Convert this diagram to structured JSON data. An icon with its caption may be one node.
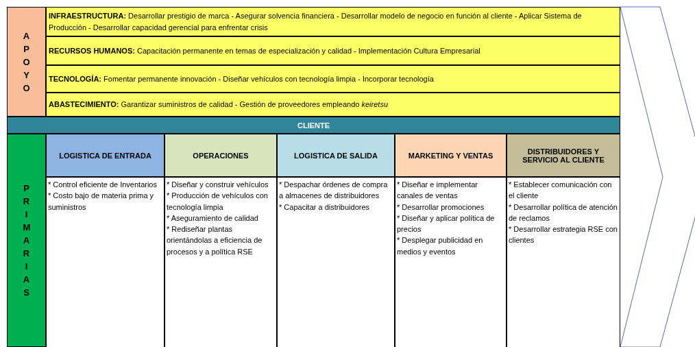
{
  "diagram": {
    "nodes": [
      {
        "text": [
          "APOYO"
        ]
      },
      {
        "text": [
          "**INFRAESTRUCTURA:** Desarrollar prestigio de  marca - Asegurar solvencia financiera - Desarrollar modelo de negocio en función al cliente - Aplicar Sistema de Producción - Desarrollar capacidad gerencial para enfrentar crisis"
        ]
      },
      {
        "text": [
          "**RECURSOS HUMANOS:** Capacitación permanente en temas de especialización y calidad - Implementación Cultura Empresarial"
        ]
      },
      {
        "text": [
          "**TECNOLOGÍA:** Fomentar permanente innovación - Diseñar vehículos con tecnología limpia - Incorporar tecnología"
        ]
      },
      {
        "text": [
          "**ABASTECIMIENTO:** Garantizar suministros de calidad - Gestión de proveedores empleando *keiretsu*"
        ]
      },
      {
        "text": [
          "CLIENTE"
        ]
      },
      {
        "text": [
          "PRIMARIAS"
        ]
      },
      {
        "text": [
          "LOGISTICA DE ENTRADA"
        ]
      },
      {
        "text": [
          "OPERACIONES"
        ]
      },
      {
        "text": [
          "LOGISTICA DE SALIDA"
        ]
      },
      {
        "text": [
          "MARKETING Y VENTAS"
        ]
      },
      {
        "text": [
          "DISTRIBUIDORES Y SERVICIO AL CLIENTE"
        ]
      },
      {
        "text": [
          "* Control eficiente de Inventarios",
          "* Costo bajo de materia prima y suministros"
        ]
      },
      {
        "text": [
          "* Diseñar y construir vehículos",
          "* Producción de vehículos con tecnología limpia",
          "* Aseguramiento de calidad",
          "* Rediseñar plantas orientándolas a eficiencia de procesos y a política RSE"
        ]
      },
      {
        "text": [
          "* Despachar órdenes de compra a almacenes de distribuidores",
          "* Capacitar a distribuidores"
        ]
      },
      {
        "text": [
          "* Diseñar e implementar canales de ventas",
          "* Desarrollar promociones",
          "* Diseñar y aplicar política de precios",
          "* Desplegar publicidad en medios y eventos"
        ]
      },
      {
        "text": [
          "* Establecer comunicación con el cliente",
          "* Desarrollar política de atención de reclamos",
          "* Desarrollar estrategia RSE con clientes"
        ]
      },
      {
        "text": [],
        "shape": "chevron"
      }
    ]
  }
}
